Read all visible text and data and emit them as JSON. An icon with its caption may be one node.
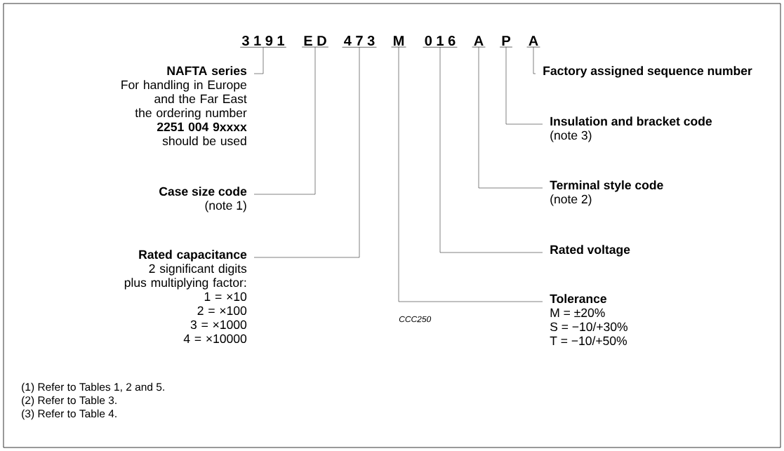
{
  "diagram": {
    "nodes": [
      {
        "text": [
          "3 1 9 1"
        ]
      },
      {
        "text": [
          "E D"
        ]
      },
      {
        "text": [
          "4 7 3"
        ]
      },
      {
        "text": [
          "M"
        ]
      },
      {
        "text": [
          "0 1 6"
        ]
      },
      {
        "text": [
          "A"
        ]
      },
      {
        "text": [
          "P"
        ]
      },
      {
        "text": [
          "A"
        ]
      },
      {
        "text": [
          "NAFTA series",
          "For handling in Europe and the Far East the ordering number",
          "2251 004 9xxxx",
          "should be used"
        ]
      },
      {
        "text": [
          "Case size code",
          "(note 1)"
        ]
      },
      {
        "text": [
          "Rated capacitance",
          "2 significant digits plus multiplying factor:",
          "1 = ×10",
          "2 = ×100",
          "3 = ×1000",
          "4 = ×10000"
        ]
      },
      {
        "text": [
          "Factory assigned sequence number"
        ]
      },
      {
        "text": [
          "Insulation and bracket code",
          "(note 3)"
        ]
      },
      {
        "text": [
          "Terminal style code",
          "(note 2)"
        ]
      },
      {
        "text": [
          "Rated voltage"
        ]
      },
      {
        "text": [
          "Tolerance",
          "M = ±20%",
          "S = −10/+30%",
          "T = −10/+50%"
        ]
      }
    ],
    "edges": [
      {
        "from": 8,
        "to": 0,
        "arrow": "none"
      },
      {
        "from": 9,
        "to": 1,
        "arrow": "none"
      },
      {
        "from": 10,
        "to": 2,
        "arrow": "none"
      },
      {
        "from": 15,
        "to": 3,
        "arrow": "none"
      },
      {
        "from": 14,
        "to": 4,
        "arrow": "none"
      },
      {
        "from": 13,
        "to": 5,
        "arrow": "none"
      },
      {
        "from": 12,
        "to": 6,
        "arrow": "none"
      },
      {
        "from": 11,
        "to": 7,
        "arrow": "none"
      }
    ],
    "labels": [
      "CCC250",
      "(1) Refer to Tables 1, 2 and 5.",
      "(2) Refer to Table 3.",
      "(3) Refer to Table 4."
    ]
  }
}
